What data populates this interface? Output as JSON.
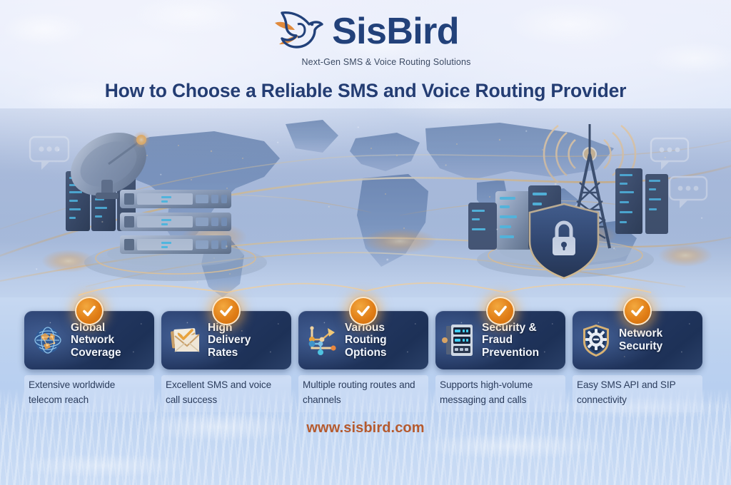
{
  "brand": {
    "logo_name": "SisBird",
    "tagline": "Next-Gen SMS & Voice Routing Solutions",
    "logo_icon": "bird-logo-icon",
    "navy": "#22417a",
    "orange": "#e08a3c"
  },
  "headline": "How to Choose a Reliable SMS and Voice Routing Provider",
  "hero": {
    "alt": "world-map-network-illustration",
    "left_scene_icons": [
      "satellite-dish-icon",
      "server-rack-icon",
      "chat-bubble-icon"
    ],
    "right_scene_icons": [
      "cell-tower-icon",
      "server-rack-icon",
      "lock-shield-icon",
      "chat-bubble-icon"
    ]
  },
  "cards": [
    {
      "badge": "check-badge-icon",
      "icon": "globe-network-icon",
      "title": "Global\nNetwork\nCoverage",
      "title_lines": [
        "Global",
        "Network",
        "Coverage"
      ],
      "caption": "Extensive worldwide telecom reach"
    },
    {
      "badge": "check-badge-icon",
      "icon": "envelope-check-icon",
      "title": "High\nDelivery\nRates",
      "title_lines": [
        "High",
        "Delivery",
        "Rates"
      ],
      "caption": "Excellent SMS and voice call success"
    },
    {
      "badge": "check-badge-icon",
      "icon": "routing-nodes-icon",
      "title": "Various\nRouting\nOptions",
      "title_lines": [
        "Various",
        "Routing",
        "Options"
      ],
      "caption": "Multiple routing routes and channels"
    },
    {
      "badge": "check-badge-icon",
      "icon": "server-rack-icon",
      "title": "Security &\nFraud\nPrevention",
      "title_lines": [
        "Security &",
        "Fraud",
        "Prevention"
      ],
      "caption": "Supports high-volume messaging and calls"
    },
    {
      "badge": "check-badge-icon",
      "icon": "shield-gear-icon",
      "title": "Network\nSecurity",
      "title_lines": [
        "Network",
        "Security"
      ],
      "caption": "Easy SMS API and SIP connectivity"
    }
  ],
  "footer": {
    "url": "www.sisbird.com"
  }
}
